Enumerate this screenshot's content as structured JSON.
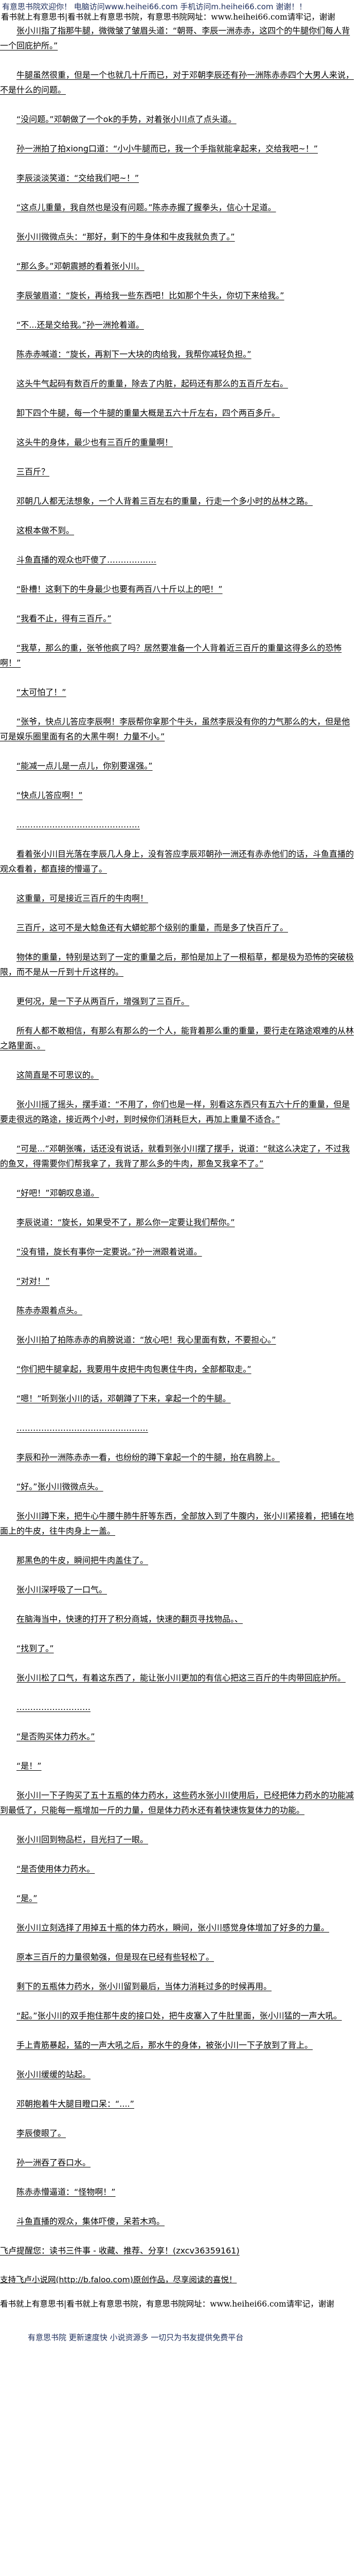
{
  "header": {
    "banner": "有意思书院欢迎你！ 电脑访问www.heihei66.com   手机访问m.heihei66.com 谢谢！！",
    "notice": "看书就上有意思书|看书就上有意思书院，有意思书院网址：www.heihei66.com请牢记，谢谢"
  },
  "paragraphs": [
    "张小川指了指那牛腿，微微皱了皱眉头道：“朝哥、李辰一洲赤赤，这四个的牛腿你们每人背一个回庇护所。”",
    "牛腿虽然很重，但是一个也就几十斤而已，对于邓朝李辰还有孙一洲陈赤赤四个大男人来说，不是什么的问题。",
    "“没问题。”邓朝做了一个ok的手势，对着张小川点了点头道。",
    "孙一洲拍了拍xiong口道：“小小牛腿而已，我一个手指就能拿起来，交给我吧~！”",
    "李辰淡淡笑道：“交给我们吧~！”",
    "“这点儿重量，我自然也是没有问题。”陈赤赤握了握拳头，信心十足道。",
    "张小川微微点头：“那好，剩下的牛身体和牛皮我就负责了。”",
    "“那么多。”邓朝震撼的看着张小川。",
    "李辰皱眉道：“旋长，再给我一些东西吧！比如那个牛头，你切下来给我。”",
    "“不...还是交给我。”孙一洲抢着道。",
    "陈赤赤喊道：“旋长，再割下一大块的肉给我，我帮你减轻负担。”",
    "这头牛气起码有数百斤的重量，除去了内脏，起码还有那么的五百斤左右。",
    "卸下四个牛腿，每一个牛腿的重量大概是五六十斤左右，四个两百多斤。",
    "这头牛的身体，最少也有三百斤的重量啊！",
    "三百斤？",
    "邓朝几人都无法想象，一个人背着三百左右的重量，行走一个多小时的丛林之路。",
    "这根本做不到。",
    "斗鱼直播的观众也吓傻了………………",
    "“卧槽！这剩下的牛身最少也要有两百八十斤以上的吧！”",
    "“我看不止，得有三百斤。”",
    "“我草，那么的重，张爷他疯了吗？居然要准备一个人背着近三百斤的重量这得多么的恐怖啊！”",
    "“太可怕了！”",
    "“张爷，快点儿答应李辰啊！李辰帮你拿那个牛头，虽然李辰没有你的力气那么的大，但是他可是娱乐圈里面有名的大黑牛啊！力量不小。”",
    "“能减一点儿是一点儿，你别要逞强。”",
    "“快点儿答应啊！”",
    "………………………………………",
    "看着张小川目光落在李辰几人身上，没有答应李辰邓朝孙一洲还有赤赤他们的话，斗鱼直播的观众看着，都直接的懵逼了。",
    "这重量，可是接近三百斤的牛肉啊！",
    "三百斤，这可不是大鲶鱼还有大蟒蛇那个级别的重量，而是多了快百斤了。",
    "物体的重量，特别是达到了一定的重量之后，那怕是加上了一根稻草，都是极为恐怖的突破极限，而不是从一斤到十斤这样的。",
    "更何况，是一下子从两百斤，增强到了三百斤。",
    "所有人都不敢相信，有那么有那么的一个人，能背着那么重的重量，要行走在路途艰难的从林之路里面、。",
    "这简直是不可思议的。",
    "张小川摇了摇头，摆手道：“不用了，你们也是一样，别看这东西只有五六十斤的重量，但是要走很远的路途，接近两个小时，到时候你们消耗巨大，再加上重量不适合。”",
    "“可是...”邓朝张嘴，话还没有说话，就看到张小川摆了摆手，说道：“就这么决定了，不过我的鱼叉，得需要你们帮我拿了，我背了那么多的牛肉，那鱼叉我拿不了。”",
    "“好吧！”邓朝叹息道。",
    "李辰说道：“旋长，如果受不了，那么你一定要让我们帮你。”",
    "“没有错，旋长有事你一定要说。”孙一洲跟着说道。",
    "“对对！”",
    "陈赤赤跟着点头。",
    "张小川拍了拍陈赤赤的肩膀说道：“放心吧！我心里面有数，不要担心。”",
    "“你们把牛腿拿起，我要用牛皮把牛肉包裹住牛肉，全部都取走。”",
    "“嗯！”听到张小川的话，邓朝蹲了下来，拿起一个的牛腿。",
    "…………………………………………",
    "李辰和孙一洲陈赤赤一看，也纷纷的蹲下拿起一个的牛腿，抬在肩膀上。",
    "“好。”张小川微微点头。",
    "张小川蹲下来，把牛心牛腰牛肺牛肝等东西，全部放入到了牛腹内，张小川紧接着，把铺在地面上的牛皮，往牛肉身上一盖。",
    "那黑色的牛皮，瞬间把牛肉盖住了。",
    "张小川深呼吸了一口气。",
    "在脑海当中，快速的打开了积分商城，快速的翻页寻找物品。、",
    "“找到了。”",
    "张小川松了口气，有着这东西了，能让张小川更加的有信心把这三百斤的牛肉带回庇护所。",
    "………………………",
    "“是否购买体力药水。”",
    "“是！”",
    "张小川一下子购买了五十五瓶的体力药水，这些药水张小川使用后，已经把体力药水的功能减到最低了，只能每一瓶增加一斤的力量，但是体力药水还有着快速恢复体力的功能。",
    "张小川回到物品栏，目光扫了一眼。",
    "“是否使用体力药水。",
    "“是。”",
    "张小川立刻选择了用掉五十瓶的体力药水，瞬间，张小川感觉身体增加了好多的力量。",
    "原本三百斤的力量很勉强，但是现在已经有些轻松了。",
    "剩下的五瓶体力药水，张小川留到最后，当体力消耗过多的时候再用。",
    "“起。”张小川的双手抱住那牛皮的接口处，把牛皮塞入了牛肚里面，张小川猛的一声大吼。",
    "手上青筋暴起，猛的一声大吼之后，那水牛的身体，被张小川一下子放到了背上。",
    "张小川缓缓的站起。",
    "邓朝抱着牛大腿目瞪口呆：“....”",
    "李辰傻眼了。",
    "孙一洲吞了吞口水。",
    "陈赤赤懵逼道：“怪物啊！”",
    "斗鱼直播的观众，集体吓傻，呆若木鸡。"
  ],
  "reminder": "飞卢提醒您：读书三件事 - 收藏、推荐、分享！(zxcv36359161)",
  "footer": {
    "support": "支持飞卢小说网(http://b.faloo.com)原创作品，尽享阅读的喜悦！",
    "notice": "看书就上有意思书|看书就上有意思书院，有意思书院网址：www.heihei66.com请牢记，谢谢",
    "slogan": "有意思书院 更新速度快 小说资源多 一切只为书友提供免费平台"
  }
}
